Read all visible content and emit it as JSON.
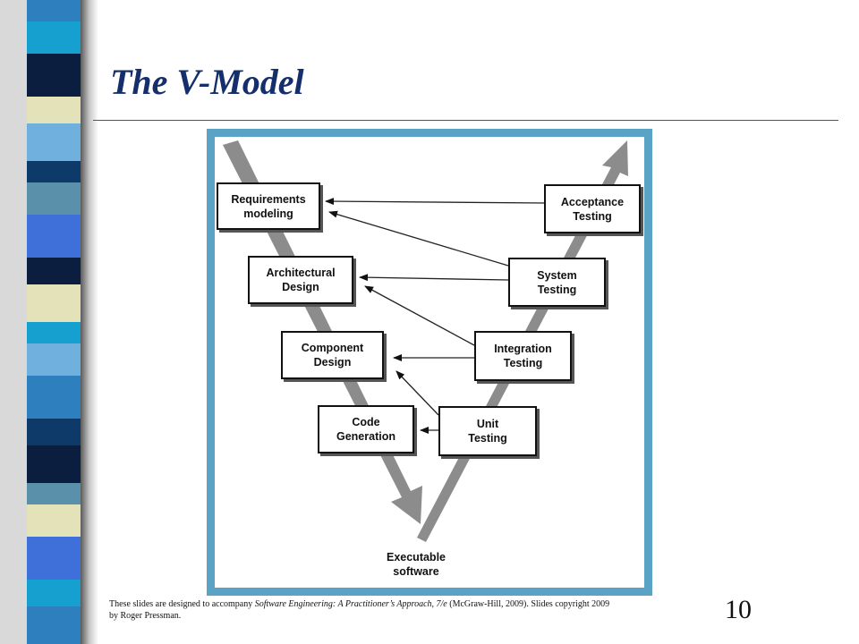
{
  "slide": {
    "title": "The V-Model",
    "page_number": "10",
    "footer": {
      "text_before": "These slides are designed to accompany ",
      "book_title": "Software Engineering: A Practitioner’s Approach, 7/e",
      "text_after": " (McGraw-Hill, 2009). Slides copyright 2009 by Roger Pressman."
    }
  },
  "diagram": {
    "left_boxes": [
      {
        "line1": "Requirements",
        "line2": "modeling"
      },
      {
        "line1": "Architectural",
        "line2": "Design"
      },
      {
        "line1": "Component",
        "line2": "Design"
      },
      {
        "line1": "Code",
        "line2": "Generation"
      }
    ],
    "right_boxes": [
      {
        "line1": "Acceptance",
        "line2": "Testing"
      },
      {
        "line1": "System",
        "line2": "Testing"
      },
      {
        "line1": "Integration",
        "line2": "Testing"
      },
      {
        "line1": "Unit",
        "line2": "Testing"
      }
    ],
    "bottom_label": {
      "line1": "Executable",
      "line2": "software"
    }
  },
  "colors": {
    "title": "#142f6b",
    "frame": "#5ba3c4",
    "v_arrow": "#8c8c8c",
    "strip_palette": [
      "#2d7fbd",
      "#0b1e3f",
      "#e4e2b8",
      "#6fb0df",
      "#15a0d0",
      "#0e3a6a",
      "#5a90a9",
      "#3f6fd8"
    ]
  }
}
